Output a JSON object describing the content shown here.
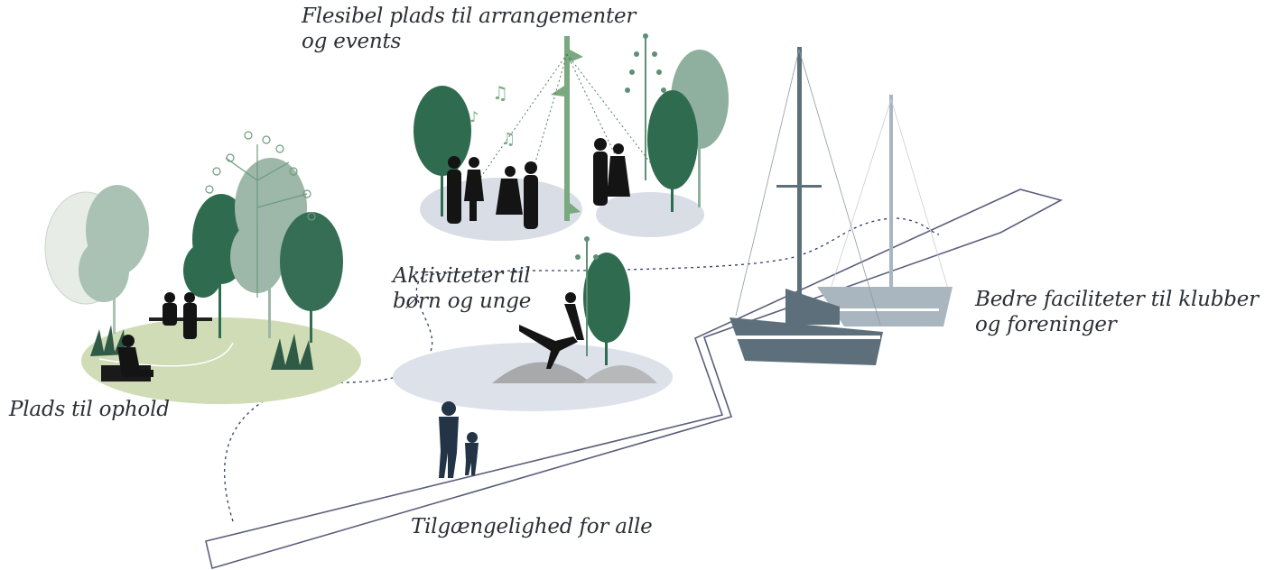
{
  "labels": {
    "events": {
      "line1": "Flesibel plads til arrangementer",
      "line2": "og events"
    },
    "ophold": {
      "line1": "Plads til ophold"
    },
    "boern": {
      "line1": "Aktiviteter til",
      "line2": "børn og unge"
    },
    "klubber": {
      "line1": "Bedre faciliteter til klubber",
      "line2": "og foreninger"
    },
    "alle": {
      "line1": "Tilgængelighed for alle"
    }
  },
  "colors": {
    "text": "#2b2f36",
    "tree_dark": "#2f6b4f",
    "tree_mid": "#5f8f76",
    "tree_light": "#a9c2b4",
    "grass": "#cfdcb6",
    "pad_grey": "#d9dde6",
    "boat_dark": "#5d6f7a",
    "boat_light": "#a9b6bf",
    "path_line": "#5a5f7a",
    "dotted": "#2c3e66",
    "silhouette": "#141414",
    "person_blue": "#243447"
  },
  "icons": [
    "tree-icon",
    "sailboat-icon",
    "person-silhouette-icon",
    "music-note-icon",
    "maypole-icon",
    "bench-icon"
  ]
}
